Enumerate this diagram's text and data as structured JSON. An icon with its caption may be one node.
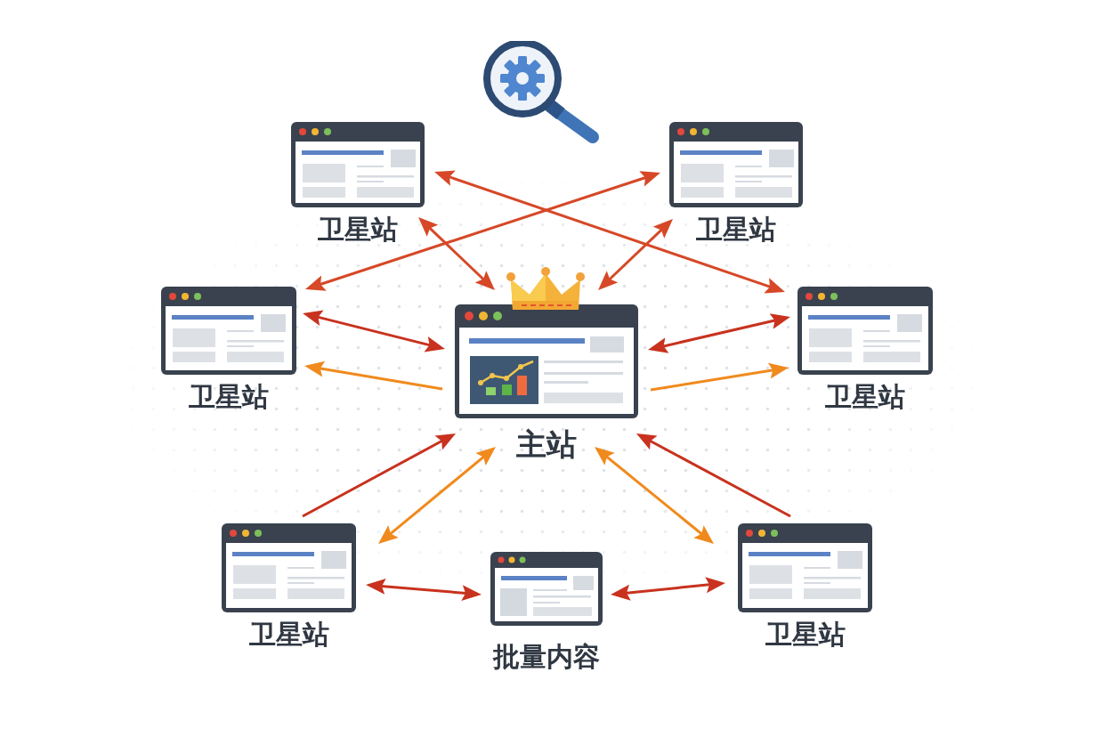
{
  "diagram": {
    "nodes": [
      {
        "text": [
          "卫星站"
        ]
      },
      {
        "text": [
          "卫星站"
        ]
      },
      {
        "text": [
          "卫星站"
        ]
      },
      {
        "text": [
          "主站"
        ]
      },
      {
        "text": [
          "卫星站"
        ]
      },
      {
        "text": [
          "卫星站"
        ]
      },
      {
        "text": [
          "批量内容"
        ]
      },
      {
        "text": [
          "卫星站"
        ]
      }
    ],
    "edges": [
      {
        "from": 0,
        "to": 4,
        "arrow": "both",
        "color": "#d64827"
      },
      {
        "from": 1,
        "to": 2,
        "arrow": "both",
        "color": "#d64827"
      },
      {
        "from": 0,
        "to": 3,
        "arrow": "both",
        "color": "#d64827"
      },
      {
        "from": 1,
        "to": 3,
        "arrow": "both",
        "color": "#d64827"
      },
      {
        "from": 2,
        "to": 3,
        "arrow": "both"
      },
      {
        "from": 3,
        "to": 2,
        "arrow": "to",
        "color": "#f08a1d"
      },
      {
        "from": 3,
        "to": 4,
        "arrow": "both"
      },
      {
        "from": 3,
        "to": 4,
        "arrow": "to",
        "color": "#f08a1d"
      },
      {
        "from": 5,
        "to": 3,
        "arrow": "to"
      },
      {
        "from": 3,
        "to": 5,
        "arrow": "both",
        "color": "#f08a1d"
      },
      {
        "from": 7,
        "to": 3,
        "arrow": "to"
      },
      {
        "from": 3,
        "to": 7,
        "arrow": "both",
        "color": "#f08a1d"
      },
      {
        "from": 5,
        "to": 6,
        "arrow": "both"
      },
      {
        "from": 6,
        "to": 7,
        "arrow": "both"
      }
    ]
  }
}
